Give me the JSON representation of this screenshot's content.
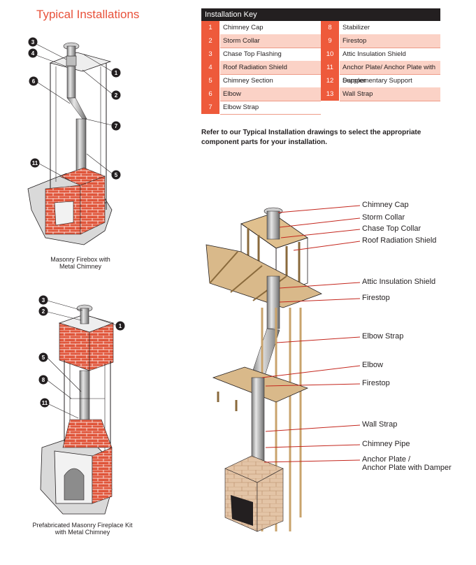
{
  "title": "Typical Installations",
  "key": {
    "header": "Installation Key",
    "left": [
      {
        "num": "1",
        "label": "Chimney Cap"
      },
      {
        "num": "2",
        "label": "Storm Collar"
      },
      {
        "num": "3",
        "label": "Chase Top Flashing"
      },
      {
        "num": "4",
        "label": "Roof Radiation Shield"
      },
      {
        "num": "5",
        "label": "Chimney Section"
      },
      {
        "num": "6",
        "label": "Elbow"
      },
      {
        "num": "7",
        "label": "Elbow Strap"
      }
    ],
    "right": [
      {
        "num": "8",
        "label": "Stabilizer"
      },
      {
        "num": "9",
        "label": "Firestop"
      },
      {
        "num": "10",
        "label": "Attic Insulation Shield"
      },
      {
        "num": "11",
        "label": "Anchor Plate/ Anchor Plate with Damper"
      },
      {
        "num": "12",
        "label": "Supplementary Support"
      },
      {
        "num": "13",
        "label": "Wall Strap"
      }
    ]
  },
  "refer_text": "Refer to our Typical Installation drawings to select the appropriate component parts for your installation.",
  "captions": {
    "masonry_line1": "Masonry Firebox with",
    "masonry_line2": "Metal Chimney",
    "prefab_line1": "Prefabricated Masonry Fireplace Kit",
    "prefab_line2": "with Metal Chimney"
  },
  "callouts": {
    "chimney_cap": "Chimney Cap",
    "storm_collar": "Storm Collar",
    "chase_top_collar": "Chase Top Collar",
    "roof_radiation_shield": "Roof Radiation Shield",
    "attic_insulation_shield": "Attic Insulation Shield",
    "firestop_upper": "Firestop",
    "elbow_strap": "Elbow Strap",
    "elbow": "Elbow",
    "firestop_lower": "Firestop",
    "wall_strap": "Wall Strap",
    "chimney_pipe": "Chimney Pipe",
    "anchor_plate_line1": "Anchor Plate /",
    "anchor_plate_line2": "Anchor Plate with Damper"
  },
  "badges": {
    "fig1": [
      "3",
      "4",
      "1",
      "2",
      "6",
      "7",
      "11",
      "5"
    ],
    "fig2": [
      "3",
      "2",
      "1",
      "5",
      "8",
      "11"
    ]
  },
  "colors": {
    "accent": "#e8513a",
    "key_num": "#ee5a3b",
    "key_alt_row": "#fbd2c6",
    "leader": "#c4261d",
    "brick": "#e0553a",
    "wood": "#d9b98a"
  }
}
